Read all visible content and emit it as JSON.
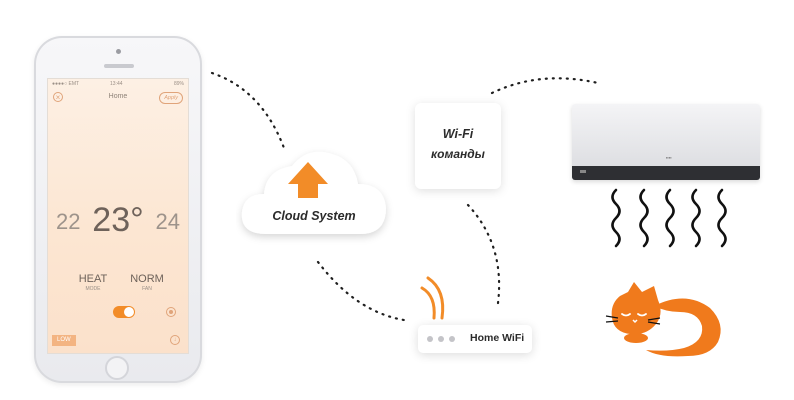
{
  "phone": {
    "status_carrier": "●●●●○ EMT",
    "status_time": "13:44",
    "status_battery": "89%",
    "app_title": "Home",
    "apply_label": "Apply",
    "temp_low": "22",
    "temp_current": "23°",
    "temp_high": "24",
    "mode_value": "HEAT",
    "mode_caption": "MODE",
    "fan_value": "NORM",
    "fan_caption": "FAN",
    "low_label": "LOW"
  },
  "cloud": {
    "label": "Cloud System"
  },
  "wifi_box": {
    "line1": "Wi-Fi",
    "line2": "команды"
  },
  "router": {
    "label": "Home WiFi"
  },
  "colors": {
    "accent": "#f28c28",
    "dark_text": "#2b2b2b",
    "cat": "#f07a1c"
  },
  "icons": {
    "cloud": "cloud-icon",
    "arrow": "upload-arrow-icon",
    "wifi_waves": "wifi-signal-icon",
    "heat_waves": "heat-wave-icon",
    "cat": "sleeping-cat-icon"
  }
}
